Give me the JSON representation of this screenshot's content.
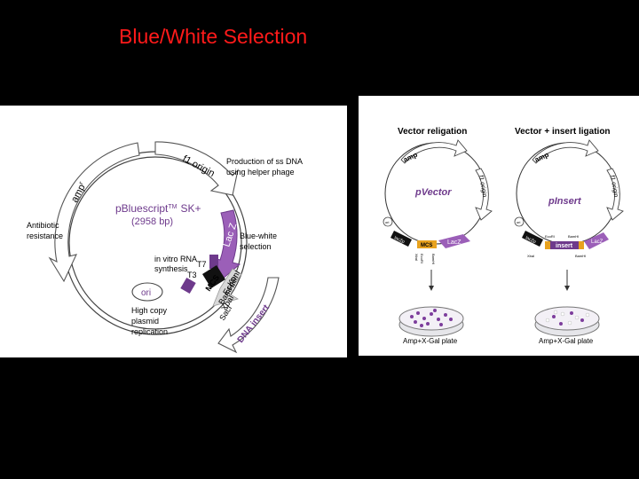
{
  "slide": {
    "title": "Blue/White Selection"
  },
  "plasmid_map": {
    "name": "pBluescript",
    "tm": "TM",
    "name_suffix": "SK+",
    "size": "(2958 bp)",
    "f1_origin": "f1 origin",
    "amp": "amp",
    "amp_superscript": "r",
    "lacz": "Lac Z",
    "t7": "T7",
    "t3": "T3",
    "mcs": "MCS",
    "ori": "ori",
    "dna_insert": "DNA insert",
    "sites": [
      "KpnI",
      "EcoRI",
      "BamHI",
      "XbaI",
      "SacI"
    ],
    "notes": {
      "ssdna_line1": "Production of  ss DNA",
      "ssdna_line2": "using helper phage",
      "antibiotic_line1": "Antibiotic",
      "antibiotic_line2": "resistance",
      "bluewhite_line1": "Blue-white",
      "bluewhite_line2": "selection",
      "invitro_line1": "in vitro RNA",
      "invitro_line2": "synthesis",
      "copy_line1": "High copy",
      "copy_line2": "plasmid",
      "copy_line3": "replication"
    }
  },
  "ligation_figure": {
    "vector": {
      "heading": "Vector religation",
      "plasmid_label": "pVector",
      "amp": "amp",
      "f1_origin": "f1 origin",
      "ori": "ori",
      "mcs": "MCS",
      "lacz": "LacZ",
      "lacz_left": "lacZp",
      "site_labels": [
        "BamHI",
        "EcoRI",
        "XbaI"
      ],
      "plate_label": "Amp+X-Gal plate"
    },
    "insert": {
      "heading": "Vector + insert ligation",
      "plasmid_label": "pInsert",
      "amp": "amp",
      "f1_origin": "f1 origin",
      "ori": "ori",
      "insert": "insert",
      "lacz": "LacZ",
      "lacz_left": "lacZp",
      "site_labels": [
        "EcoRI",
        "BamHI",
        "XbaI",
        "BamHI"
      ],
      "plate_label": "Amp+X-Gal plate"
    }
  },
  "colors": {
    "title": "#ff1a1a",
    "purple": "#9b5fb8",
    "dark_purple": "#6e3a8c",
    "gray_arrow": "#e6e6e6",
    "mcs_orange": "#e8a21e"
  }
}
